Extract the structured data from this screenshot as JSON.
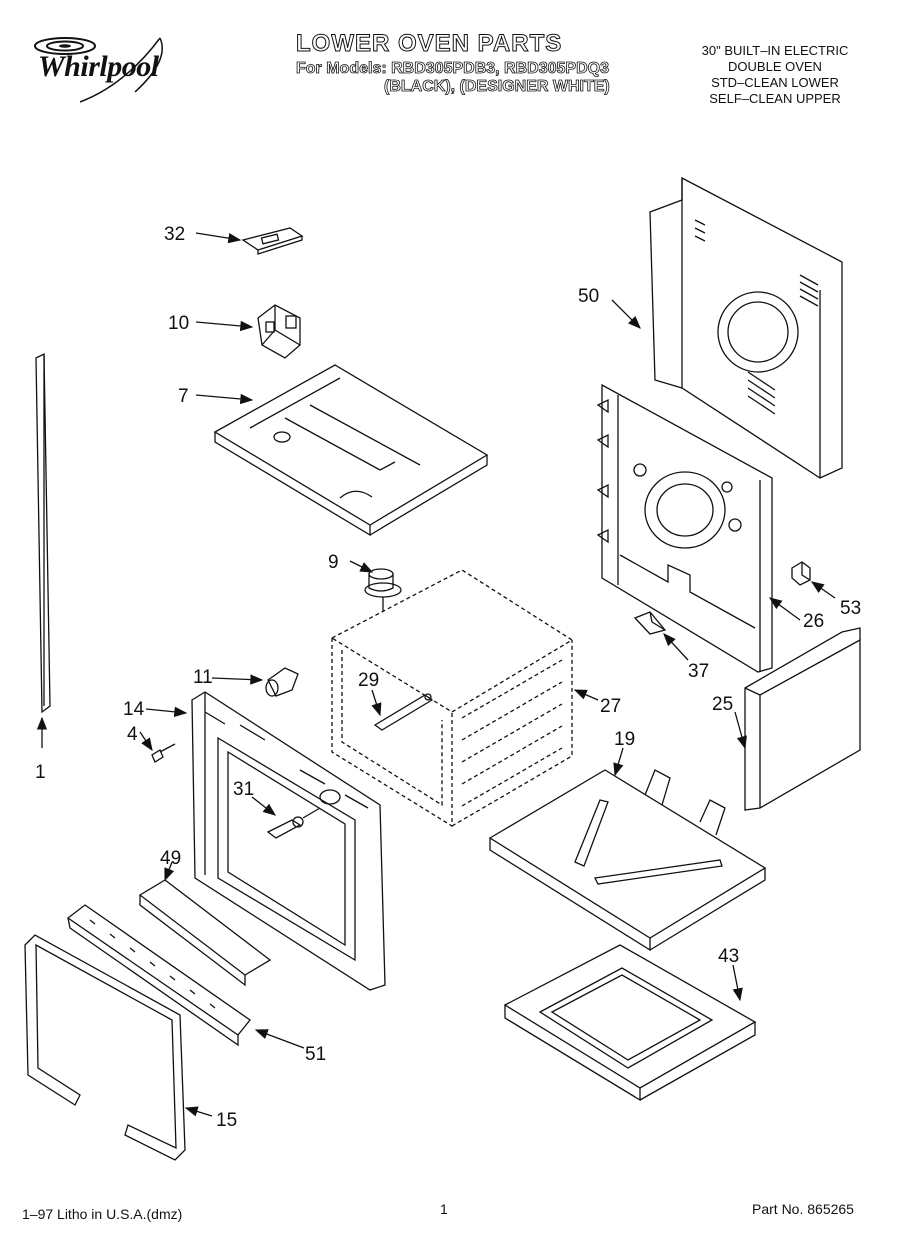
{
  "brand": "Whirlpool",
  "header": {
    "title": "LOWER OVEN PARTS",
    "models_line1": "For Models: RBD305PDB3, RBD305PDQ3",
    "models_line2": "(BLACK), (DESIGNER WHITE)",
    "description": [
      "30\" BUILT–IN ELECTRIC",
      "DOUBLE OVEN",
      "STD–CLEAN LOWER",
      "SELF–CLEAN UPPER"
    ]
  },
  "callouts": [
    "32",
    "10",
    "7",
    "50",
    "9",
    "53",
    "26",
    "37",
    "11",
    "29",
    "27",
    "14",
    "4",
    "25",
    "1",
    "31",
    "19",
    "49",
    "43",
    "51",
    "15"
  ],
  "footer": {
    "litho": "1–97 Litho in U.S.A.(dmz)",
    "page": "1",
    "part_no": "Part No. 865265"
  }
}
